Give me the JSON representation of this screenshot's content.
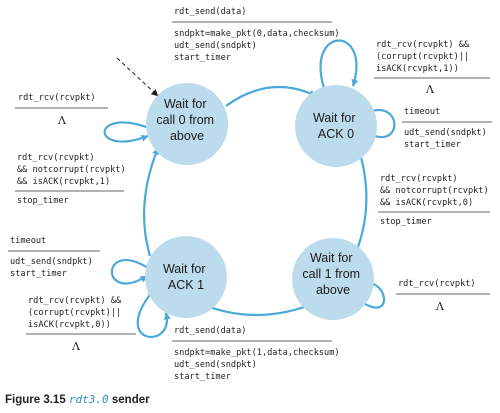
{
  "states": {
    "s0": [
      "Wait for",
      "call 0 from",
      "above"
    ],
    "s1": [
      "Wait for",
      "ACK 0"
    ],
    "s2": [
      "Wait for",
      "call 1 from",
      "above"
    ],
    "s3": [
      "Wait for",
      "ACK 1"
    ]
  },
  "transitions": {
    "top": {
      "event": [
        "rdt_send(data)"
      ],
      "action": [
        "sndpkt=make_pkt(0,data,checksum)",
        "udt_send(sndpkt)",
        "start_timer"
      ]
    },
    "s0_self": {
      "event": [
        "rdt_rcv(rcvpkt)"
      ],
      "action": [
        "Λ"
      ]
    },
    "s1_self_top": {
      "event": [
        "rdt_rcv(rcvpkt) &&",
        "(corrupt(rcvpkt)||",
        "isACK(rcvpkt,1))"
      ],
      "action": [
        "Λ"
      ]
    },
    "s1_self_right": {
      "event": [
        "timeout"
      ],
      "action": [
        "udt_send(sndpkt)",
        "start_timer"
      ]
    },
    "right": {
      "event": [
        "rdt_rcv(rcvpkt)",
        "&& notcorrupt(rcvpkt)",
        "&& isACK(rcvpkt,0)"
      ],
      "action": [
        "stop_timer"
      ]
    },
    "s2_self": {
      "event": [
        "rdt_rcv(rcvpkt)"
      ],
      "action": [
        "Λ"
      ]
    },
    "bottom": {
      "event": [
        "rdt_send(data)"
      ],
      "action": [
        "sndpkt=make_pkt(1,data,checksum)",
        "udt_send(sndpkt)",
        "start_timer"
      ]
    },
    "left": {
      "event": [
        "rdt_rcv(rcvpkt)",
        "&& notcorrupt(rcvpkt)",
        "&& isACK(rcvpkt,1)"
      ],
      "action": [
        "stop_timer"
      ]
    },
    "s3_self_left": {
      "event": [
        "timeout"
      ],
      "action": [
        "udt_send(sndpkt)",
        "start_timer"
      ]
    },
    "s3_self_bottom": {
      "event": [
        "rdt_rcv(rcvpkt) &&",
        "(corrupt(rcvpkt)||",
        "isACK(rcvpkt,0))"
      ],
      "action": [
        "Λ"
      ]
    }
  },
  "caption": {
    "label": "Figure 3.15",
    "title": "rdt3.0",
    "suffix": "sender"
  },
  "colors": {
    "node": "#bcdcee",
    "edge": "#4ba8db",
    "caption_title": "#2d8fc6"
  }
}
